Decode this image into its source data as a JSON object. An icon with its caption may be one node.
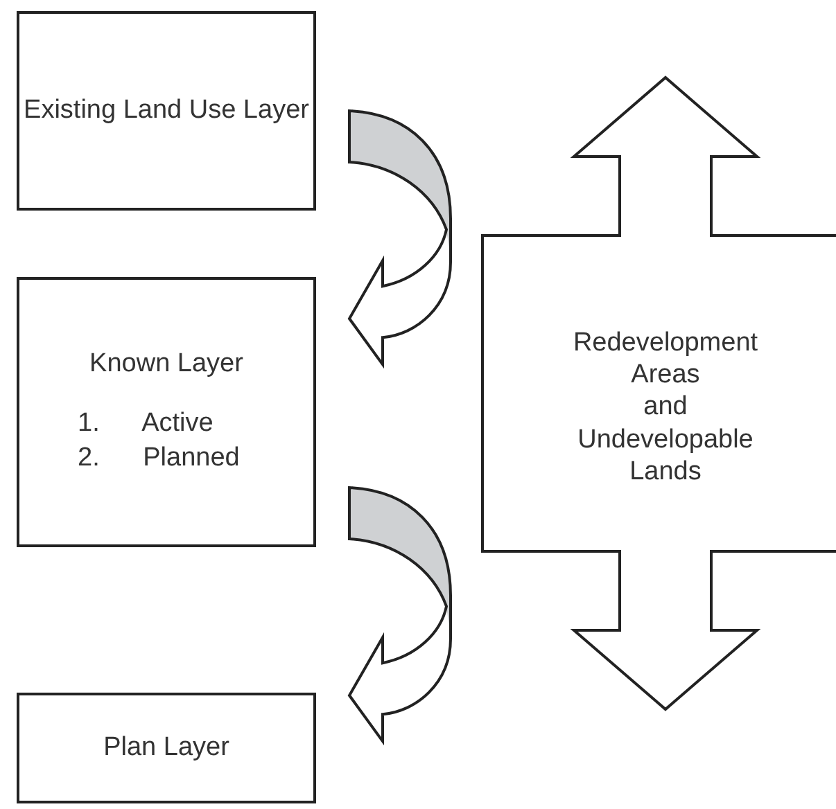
{
  "diagram": {
    "nodes": [
      {
        "text": [
          "Existing Land Use Layer"
        ]
      },
      {
        "text": [
          "Known Layer",
          "1. Active",
          "2. Planned"
        ]
      },
      {
        "text": [
          "Plan Layer"
        ]
      },
      {
        "text": [
          "Redevelopment Areas",
          "and",
          "Undevelopable Lands"
        ]
      }
    ],
    "edges": [
      {
        "from": 0,
        "to": 1,
        "arrow": "to"
      },
      {
        "from": 1,
        "to": 2,
        "arrow": "to"
      }
    ]
  }
}
